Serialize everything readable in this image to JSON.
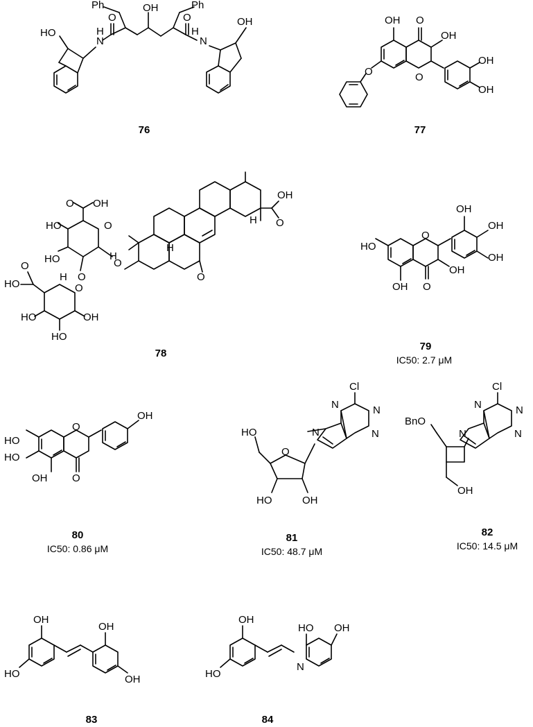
{
  "compounds": [
    {
      "id": "76",
      "ic50": ""
    },
    {
      "id": "77",
      "ic50": ""
    },
    {
      "id": "78",
      "ic50": ""
    },
    {
      "id": "79",
      "ic50": "IC50: 2.7 μM"
    },
    {
      "id": "80",
      "ic50": "IC50: 0.86 μM"
    },
    {
      "id": "81",
      "ic50": "IC50: 48.7 μM"
    },
    {
      "id": "82",
      "ic50": "IC50: 14.5 μM"
    },
    {
      "id": "83",
      "ic50": ""
    },
    {
      "id": "84",
      "ic50": ""
    }
  ],
  "atoms": {
    "OH": "OH",
    "HO": "HO",
    "O": "O",
    "N": "N",
    "H": "H",
    "Ph": "Ph",
    "Cl": "Cl",
    "BnO": "BnO"
  }
}
